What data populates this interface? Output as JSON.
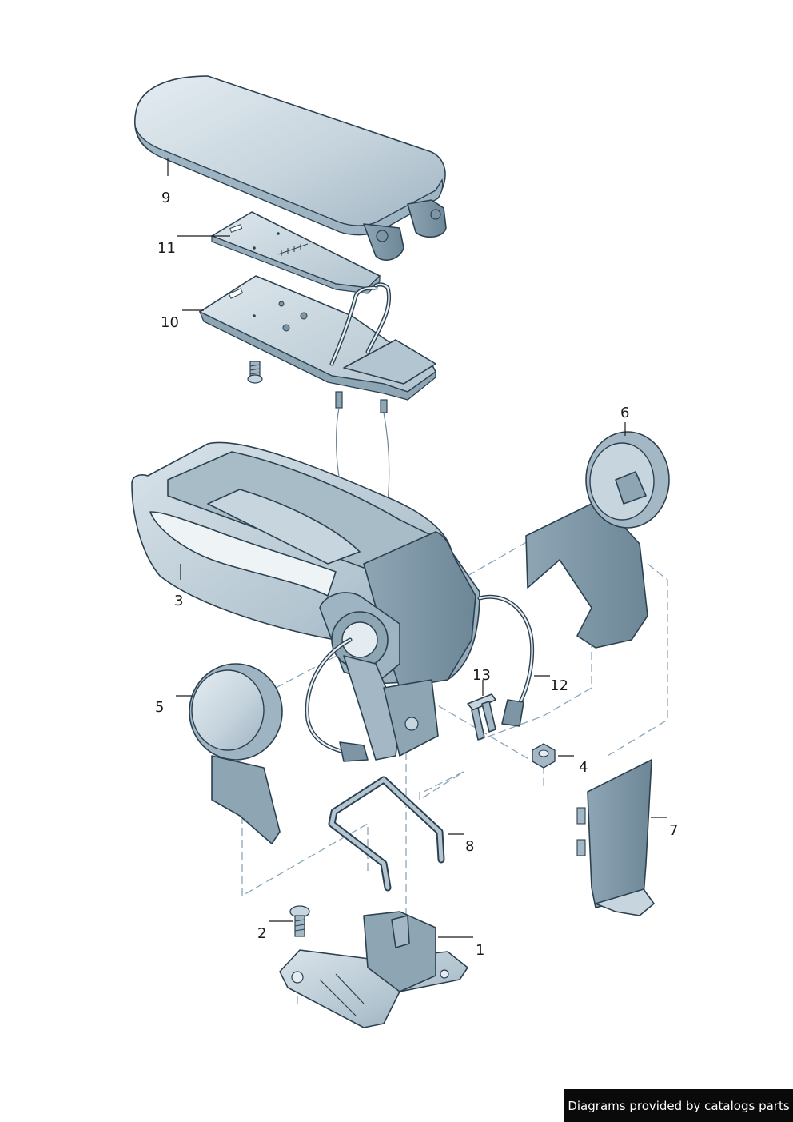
{
  "credit": "Diagrams provided by catalogs parts",
  "callouts": {
    "c1": "1",
    "c2": "2",
    "c3": "3",
    "c4": "4",
    "c5": "5",
    "c6": "6",
    "c7": "7",
    "c8": "8",
    "c9": "9",
    "c10": "10",
    "c11": "11",
    "c12": "12",
    "c13": "13"
  },
  "colors": {
    "part_fill": "#c7d5de",
    "part_shade": "#a3b7c4",
    "part_dark": "#7d95a4",
    "outline": "#2c4150",
    "dash": "#8aa6b8"
  }
}
